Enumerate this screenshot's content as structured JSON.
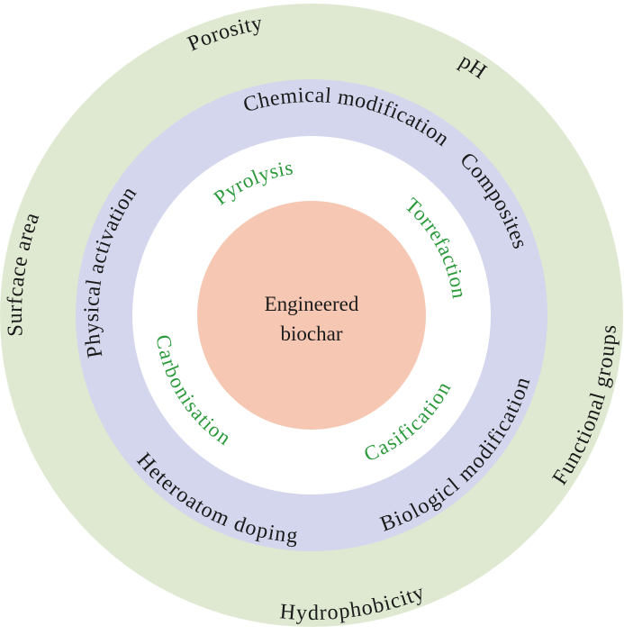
{
  "colors": {
    "outer_ring": "#dfe9d2",
    "middle_ring": "#d3d6ec",
    "inner_ring": "#ffffff",
    "core": "#f6c8b4",
    "outer_text": "#1a1a1a",
    "middle_text": "#1a1a1a",
    "inner_text": "#2a9a3a",
    "center_text": "#1a1a1a"
  },
  "center": {
    "line1": "Engineered",
    "line2": "biochar"
  },
  "inner_ring": {
    "pyrolysis": "Pyrolysis",
    "torrefaction": "Torrefaction",
    "casification": "Casification",
    "carbonisation": "Carbonisation"
  },
  "middle_ring": {
    "chemical_modification": "Chemical modification",
    "composites": "Composites",
    "biological_modification": "Biologicl modification",
    "heteroatom_doping": "Heteroatom doping",
    "physical_activation": "Physical activation"
  },
  "outer_ring": {
    "porosity": "Porosity",
    "ph": "pH",
    "functional_groups": "Functional groups",
    "hydrophobicity": "Hydrophobicity",
    "surface_area": "Surfcace area"
  }
}
